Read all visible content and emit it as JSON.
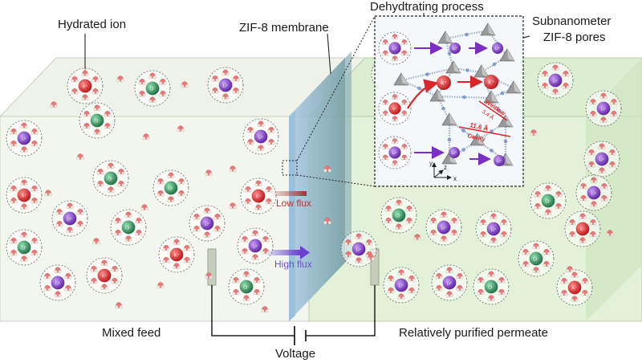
{
  "labels": {
    "hydrated_ion": "Hydrated ion",
    "membrane": "ZIF-8 membrane",
    "process": "Dehydtrating process",
    "pores_line1": "Subnanometer",
    "pores_line2": "ZIF-8 pores",
    "mixed_feed": "Mixed feed",
    "permeate": "Relatively purified permeate",
    "voltage": "Voltage",
    "low_flux": "Low flux",
    "high_flux": "High flux",
    "window": "Window",
    "window_size": "3.4 Å",
    "cavity_size": "11.6 Å",
    "cavity": "Cavity"
  },
  "ion_labels": {
    "li": "Li⁺",
    "k": "K⁺",
    "cl": "Cl⁻"
  },
  "axes": {
    "x": "x",
    "y": "y",
    "z": "z"
  },
  "colors": {
    "li": "#7a2fc4",
    "k": "#d9262a",
    "cl": "#2e8b57",
    "feed_box": "#eef3e6",
    "permeate_box": "#dcefd2",
    "membrane": "#8fb2c0",
    "low_flux": "#b03a3a",
    "high_flux": "#7a4fd0"
  }
}
